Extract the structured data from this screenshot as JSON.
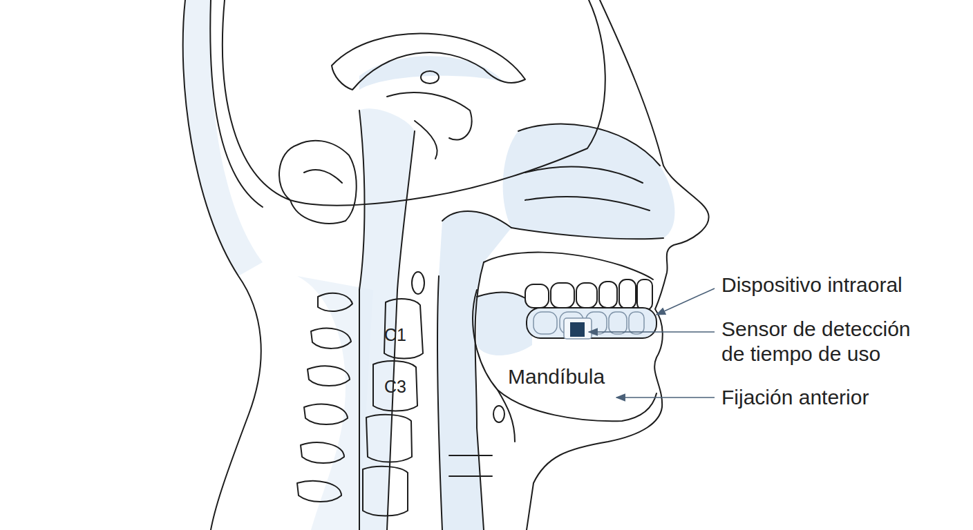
{
  "diagram": {
    "labels": [
      "C1",
      "C3",
      "Mandíbula",
      "Dispositivo intraoral",
      "Sensor de detección de tiempo de uso",
      "Fijación anterior"
    ]
  }
}
